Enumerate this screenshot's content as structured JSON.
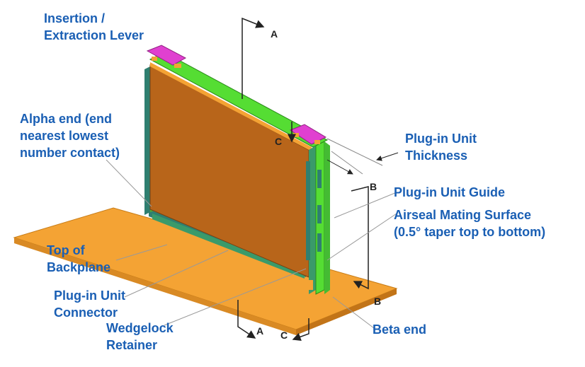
{
  "labels": {
    "insertion_lever": [
      "Insertion /",
      "Extraction Lever"
    ],
    "alpha_end": [
      "Alpha end (end",
      "nearest lowest",
      "number contact)"
    ],
    "thickness": [
      "Plug-in Unit",
      "Thickness"
    ],
    "guide": "Plug-in Unit Guide",
    "airseal": [
      "Airseal Mating Surface",
      "(0.5° taper top to bottom)"
    ],
    "backplane": [
      "Top of",
      "Backplane"
    ],
    "connector": [
      "Plug-in Unit",
      "Connector"
    ],
    "wedgelock": [
      "Wedgelock",
      "Retainer"
    ],
    "beta_end": "Beta end"
  },
  "section_marks": {
    "a_top": "A",
    "a_bottom": "A",
    "b_top": "B",
    "b_bottom": "B",
    "c_top": "C",
    "c_bottom": "C"
  },
  "colors": {
    "label_text": "#1a5fb4",
    "card_face": "#b8651a",
    "frame_green": "#55dd33",
    "backplane_orange": "#f4a334",
    "lever_magenta": "#e040d0",
    "connector_teal": "#2f7f70"
  }
}
